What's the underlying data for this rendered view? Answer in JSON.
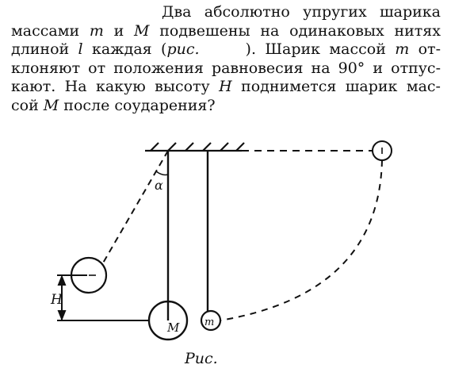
{
  "problem": {
    "line1": "Два абсолютно упругих шарика",
    "line2_a": "массами ",
    "line2_m": "m",
    "line2_b": " и ",
    "line2_M": "M",
    "line2_c": " подвешены на одинаковых нитях",
    "line3_a": "длиной ",
    "line3_l": "l",
    "line3_b": " каждая (",
    "line3_ref": "рис.",
    "line3_c": "). Шарик массой ",
    "line3_m": "m",
    "line3_d": " от-",
    "line4": "клоняют от положения равновесия на 90° и отпус-",
    "line5_a": "кают. На какую высоту ",
    "line5_H": "H",
    "line5_b": " поднимется шарик мас-",
    "line6_a": "сой ",
    "line6_M": "M",
    "line6_b": " после соударения?"
  },
  "figure": {
    "label_alpha": "α",
    "label_H": "H",
    "label_M": "M",
    "label_m": "m"
  },
  "caption": "Рис."
}
